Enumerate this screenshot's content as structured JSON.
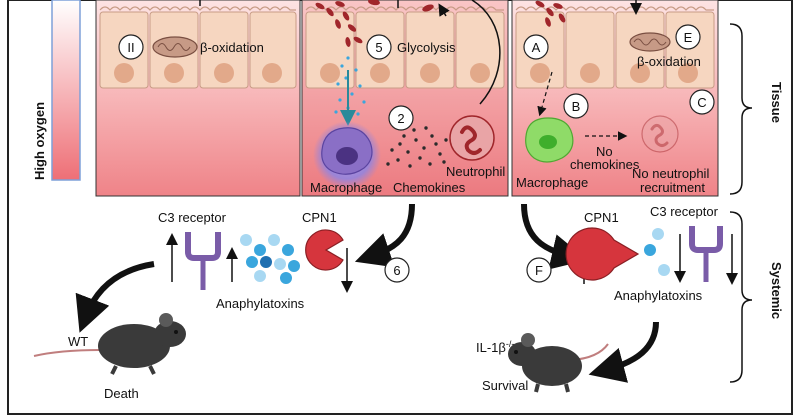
{
  "oxygen_label": "High oxygen",
  "side_labels": {
    "tissue": "Tissue",
    "systemic": "Systemic"
  },
  "steps": {
    "s2": "2",
    "s5": "5",
    "s6": "6",
    "II": "II",
    "A": "A",
    "B": "B",
    "C": "C",
    "E": "E",
    "F": "F"
  },
  "left_panel": {
    "beta_oxidation": "β-oxidation"
  },
  "middle_panel": {
    "glycolysis": "Glycolysis",
    "macrophage": "Macrophage",
    "chemokines": "Chemokines",
    "neutrophil": "Neutrophil"
  },
  "right_panel": {
    "beta_oxidation": "β-oxidation",
    "macrophage": "Macrophage",
    "no_chemokines_1": "No",
    "no_chemokines_2": "chemokines",
    "no_recruit_1": "No neutrophil",
    "no_recruit_2": "recruitment"
  },
  "systemic_left": {
    "c3_receptor": "C3 receptor",
    "cpn1": "CPN1",
    "anaphylatoxins": "Anaphylatoxins",
    "mouse": "WT",
    "outcome": "Death"
  },
  "systemic_right": {
    "cpn1": "CPN1",
    "c3_receptor": "C3 receptor",
    "anaphylatoxins": "Anaphylatoxins",
    "mouse_base": "IL-1β",
    "mouse_sup": "-/-",
    "outcome": "Survival"
  },
  "colors": {
    "tissue_pink": "#f08a8e",
    "cell_tan": "#f6d6c0",
    "bacteria": "#a0262b",
    "cpn1_red": "#d6353d",
    "receptor_purple": "#7a5ca8",
    "anaphylatoxin_blue": "#3aa6dd",
    "macrophage_purple": "#6c4f9c",
    "macrophage_green": "#7fd65a",
    "mouse_dark": "#3a3a3a"
  }
}
